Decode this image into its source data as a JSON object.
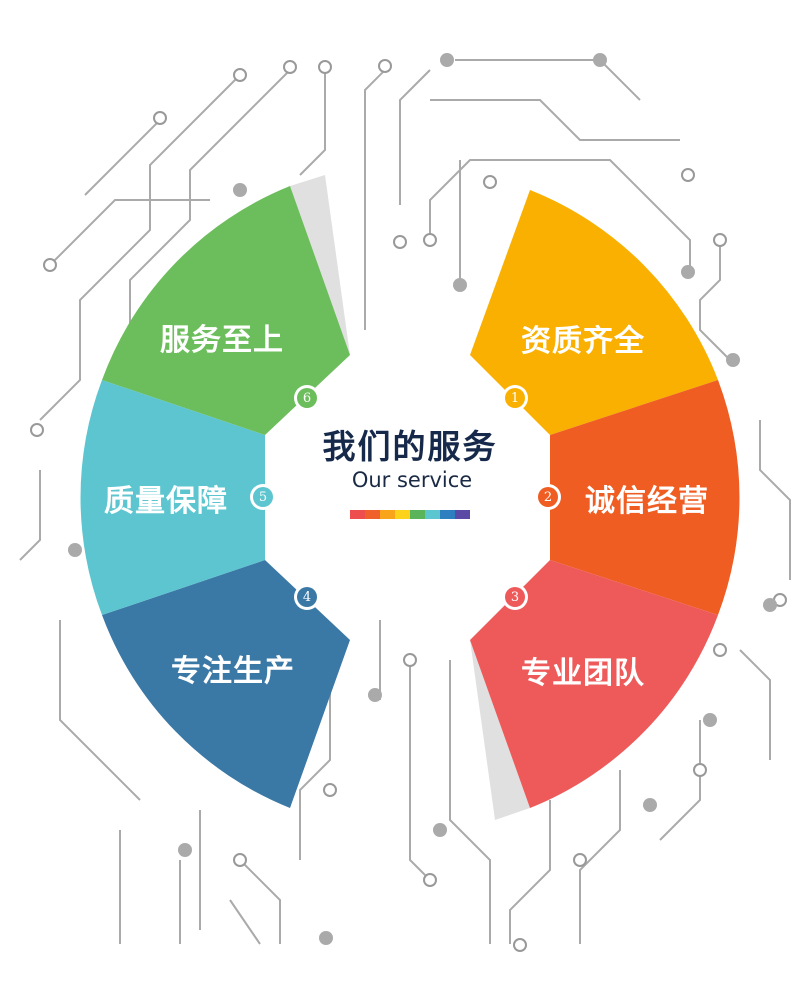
{
  "center": {
    "title": "我们的服务",
    "subtitle": "Our service",
    "rainbow": [
      "#ee4d4d",
      "#f0602a",
      "#f8a51b",
      "#fcd21b",
      "#5ab55a",
      "#5bc6cf",
      "#2e7fc0",
      "#5a4aa6"
    ]
  },
  "segments": [
    {
      "number": "1",
      "label": "资质齐全",
      "color": "#f9b000"
    },
    {
      "number": "2",
      "label": "诚信经营",
      "color": "#ef5d22"
    },
    {
      "number": "3",
      "label": "专业团队",
      "color": "#ee5a5a"
    },
    {
      "number": "4",
      "label": "专注生产",
      "color": "#3a78a6"
    },
    {
      "number": "5",
      "label": "质量保障",
      "color": "#5cc5cf"
    },
    {
      "number": "6",
      "label": "服务至上",
      "color": "#6cbd5b"
    }
  ]
}
